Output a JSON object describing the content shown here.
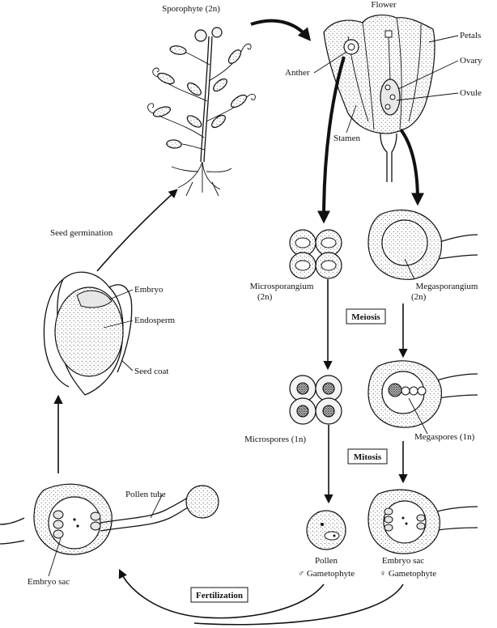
{
  "labels": {
    "sporophyte": "Sporophyte (2n)",
    "flower": "Flower",
    "petals": "Petals",
    "ovary": "Ovary",
    "anther": "Anther",
    "ovule": "Ovule",
    "stamen": "Stamen",
    "seed_germination": "Seed germination",
    "embryo": "Embryo",
    "endosperm": "Endosperm",
    "seed_coat": "Seed coat",
    "microsporangium": "Microsporangium",
    "microsporangium_ploidy": "(2n)",
    "megasporangium": "Megasporangium",
    "megasporangium_ploidy": "(2n)",
    "meiosis": "Meiosis",
    "microspores": "Microspores (1n)",
    "megaspores": "Megaspores (1n)",
    "mitosis": "Mitosis",
    "pollen_tube": "Pollen tube",
    "embryo_sac_left": "Embryo sac",
    "pollen": "Pollen",
    "male_gametophyte": "♂ Gametophyte",
    "embryo_sac_right": "Embryo sac",
    "female_gametophyte": "♀ Gametophyte",
    "fertilization": "Fertilization"
  }
}
